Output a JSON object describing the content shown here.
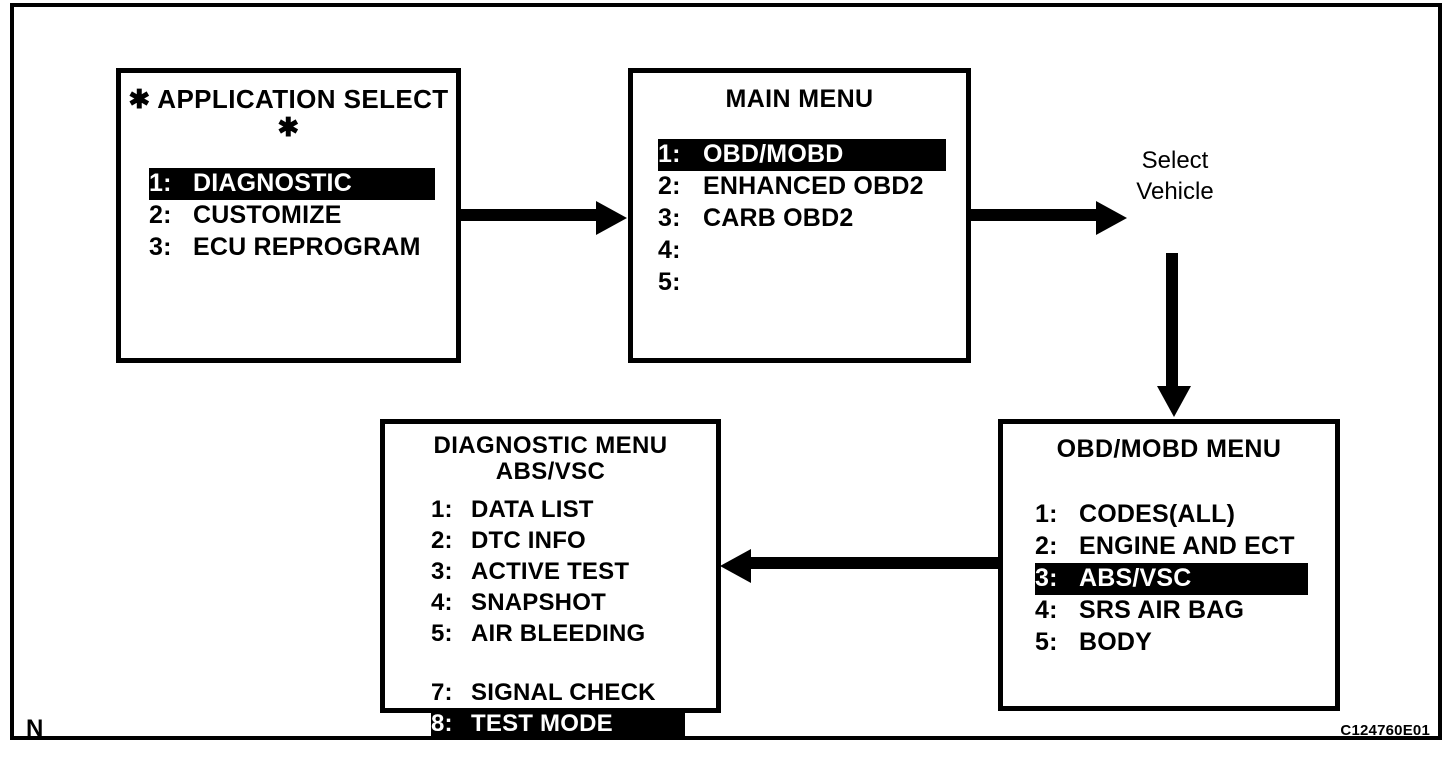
{
  "figure": {
    "page_mark": "N",
    "figure_code": "C124760E01"
  },
  "labels": {
    "select_vehicle": "Select\nVehicle"
  },
  "screens": [
    {
      "id": "application-select",
      "title": "✱ APPLICATION SELECT ✱",
      "items": [
        {
          "index": "1:",
          "label": "DIAGNOSTIC",
          "selected": true
        },
        {
          "index": "2:",
          "label": "CUSTOMIZE",
          "selected": false
        },
        {
          "index": "3:",
          "label": "ECU REPROGRAM",
          "selected": false
        }
      ]
    },
    {
      "id": "main-menu",
      "title": "MAIN MENU",
      "items": [
        {
          "index": "1:",
          "label": "OBD/MOBD",
          "selected": true
        },
        {
          "index": "2:",
          "label": "ENHANCED OBD2",
          "selected": false
        },
        {
          "index": "3:",
          "label": "CARB OBD2",
          "selected": false
        },
        {
          "index": "4:",
          "label": "",
          "selected": false
        },
        {
          "index": "5:",
          "label": "",
          "selected": false
        }
      ]
    },
    {
      "id": "diagnostic-menu",
      "title": "DIAGNOSTIC MENU\nABS/VSC",
      "items": [
        {
          "index": "1:",
          "label": "DATA LIST",
          "selected": false
        },
        {
          "index": "2:",
          "label": "DTC INFO",
          "selected": false
        },
        {
          "index": "3:",
          "label": "ACTIVE TEST",
          "selected": false
        },
        {
          "index": "4:",
          "label": "SNAPSHOT",
          "selected": false
        },
        {
          "index": "5:",
          "label": "AIR BLEEDING",
          "selected": false
        },
        {
          "index": "",
          "label": "",
          "selected": false,
          "spacer": true
        },
        {
          "index": "7:",
          "label": "SIGNAL CHECK",
          "selected": false
        },
        {
          "index": "8:",
          "label": "TEST MODE",
          "selected": true
        }
      ]
    },
    {
      "id": "obd-mobd-menu",
      "title": "OBD/MOBD MENU",
      "items": [
        {
          "index": "1:",
          "label": "CODES(ALL)",
          "selected": false
        },
        {
          "index": "2:",
          "label": "ENGINE AND ECT",
          "selected": false
        },
        {
          "index": "3:",
          "label": "ABS/VSC",
          "selected": true
        },
        {
          "index": "4:",
          "label": "SRS AIR BAG",
          "selected": false
        },
        {
          "index": "5:",
          "label": "BODY",
          "selected": false
        }
      ]
    }
  ],
  "colors": {
    "ink": "#000000",
    "paper": "#ffffff",
    "highlight_bg": "#000000",
    "highlight_fg": "#ffffff"
  }
}
